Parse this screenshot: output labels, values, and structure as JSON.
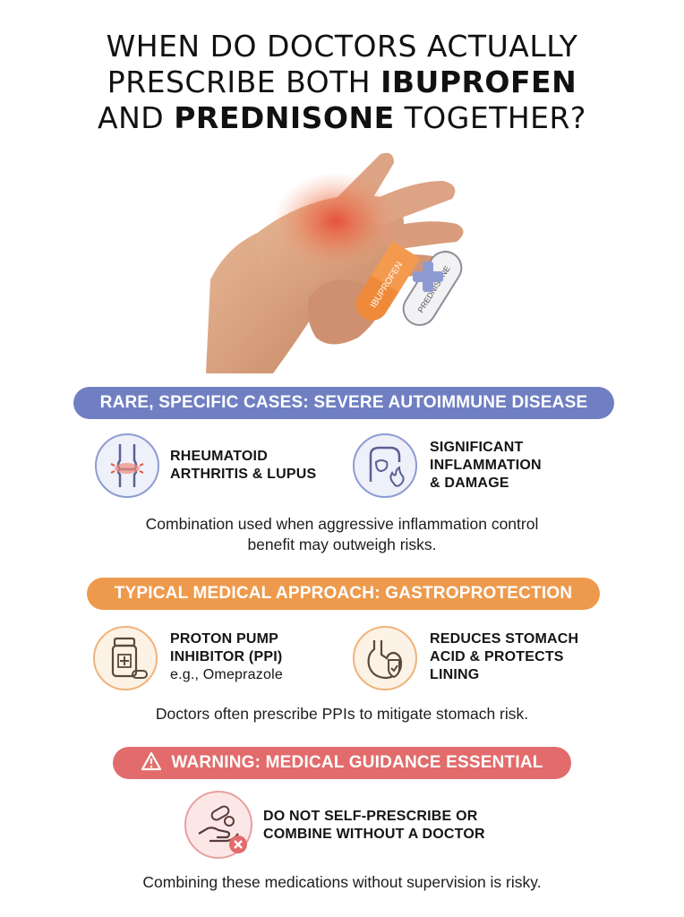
{
  "title": {
    "line1": "WHEN DO DOCTORS ACTUALLY",
    "line2_pre": "PRESCRIBE BOTH ",
    "line2_bold": "IBUPROFEN",
    "line3_pre": "AND ",
    "line3_bold": "PREDNISONE",
    "line3_post": " TOGETHER?"
  },
  "hero": {
    "pill_1_text": "IBUPROFEN",
    "pill_2_text": "PREDNISONE"
  },
  "section_1": {
    "banner": "RARE, SPECIFIC CASES: SEVERE AUTOIMMUNE DISEASE",
    "item_1": {
      "icon": "joint-inflammation-icon",
      "line1": "RHEUMATOID",
      "line2": "ARTHRITIS & LUPUS"
    },
    "item_2": {
      "icon": "body-inflammation-icon",
      "line1": "SIGNIFICANT",
      "line2": "INFLAMMATION",
      "line3": "& DAMAGE"
    },
    "description_line1": "Combination used when aggressive inflammation control",
    "description_line2": "benefit may outweigh risks."
  },
  "section_2": {
    "banner": "TYPICAL MEDICAL APPROACH: GASTROPROTECTION",
    "item_1": {
      "icon": "medicine-bottle-icon",
      "line1": "PROTON PUMP",
      "line2": "INHIBITOR (PPI)",
      "line3": "e.g., Omeprazole"
    },
    "item_2": {
      "icon": "stomach-shield-icon",
      "line1": "REDUCES STOMACH",
      "line2": "ACID & PROTECTS",
      "line3": "LINING"
    },
    "description": "Doctors often prescribe PPIs to mitigate stomach risk."
  },
  "section_3": {
    "banner": "WARNING: MEDICAL GUIDANCE ESSENTIAL",
    "item_1": {
      "icon": "hand-pills-no-icon",
      "line1": "DO NOT SELF-PRESCRIBE OR",
      "line2": "COMBINE WITHOUT A DOCTOR"
    },
    "description": "Combining these medications without supervision is risky."
  },
  "colors": {
    "blue": "#6f7fc2",
    "orange": "#ee9a4d",
    "red": "#e26b6b"
  }
}
